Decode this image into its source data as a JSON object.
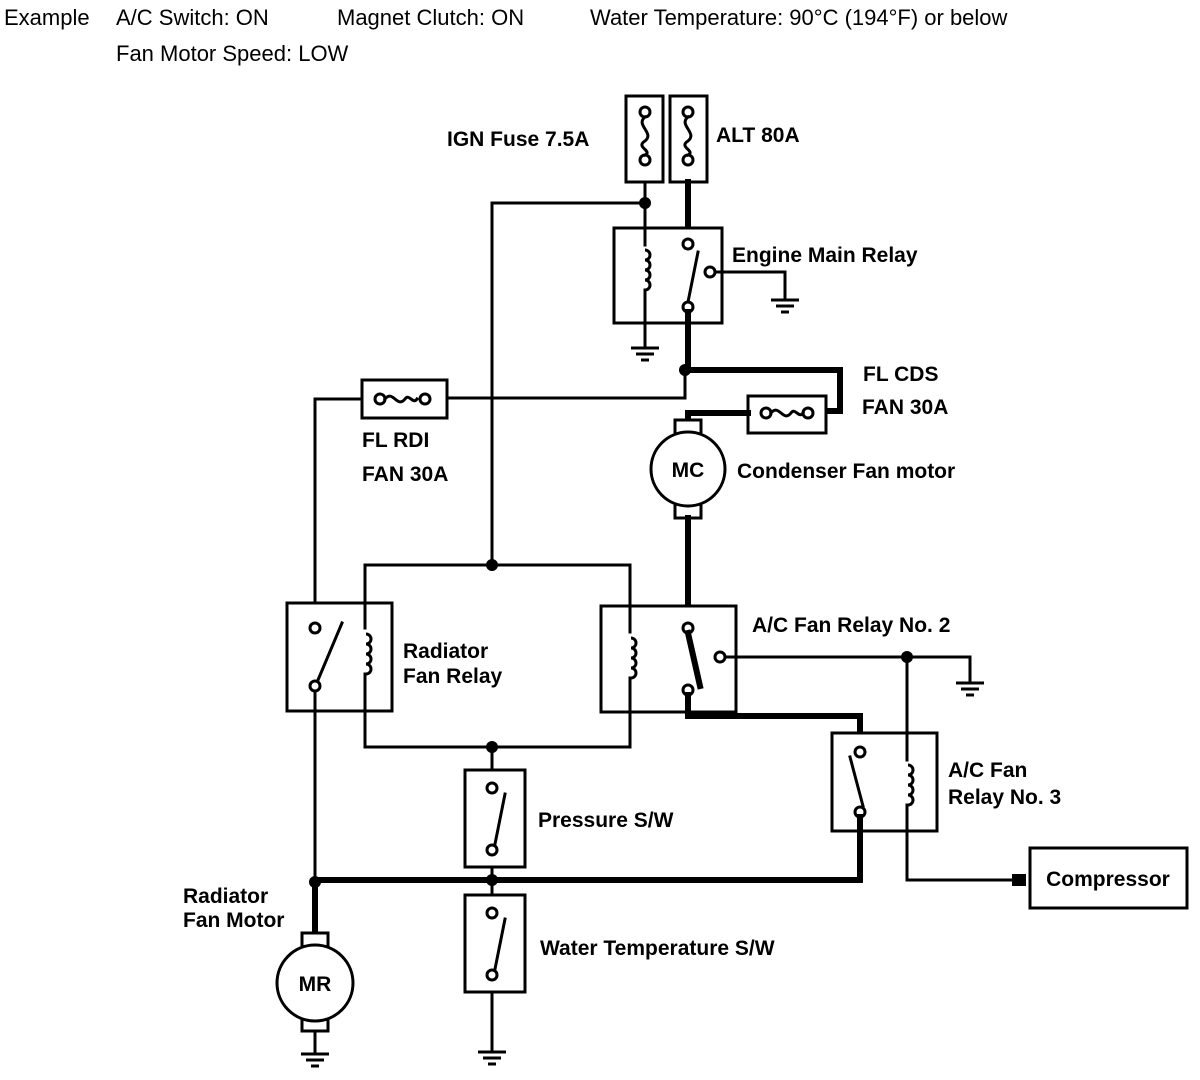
{
  "header": {
    "example_label": "Example",
    "ac_switch": "A/C Switch: ON",
    "magnet_clutch": "Magnet Clutch: ON",
    "water_temperature": "Water Temperature: 90°C (194°F) or below",
    "fan_motor_speed": "Fan Motor Speed: LOW"
  },
  "components": {
    "ign_fuse": "IGN Fuse 7.5A",
    "alt_fuse": "ALT 80A",
    "engine_main_relay": "Engine Main Relay",
    "fl_cds_line1": "FL CDS",
    "fl_cds_line2": "FAN 30A",
    "fl_rdi_line1": "FL RDI",
    "fl_rdi_line2": "FAN 30A",
    "condenser_motor_symbol": "MC",
    "condenser_motor": "Condenser Fan motor",
    "radiator_relay_line1": "Radiator",
    "radiator_relay_line2": "Fan Relay",
    "ac_fan_relay_2": "A/C Fan Relay No. 2",
    "ac_fan_relay_3_line1": "A/C Fan",
    "ac_fan_relay_3_line2": "Relay No. 3",
    "pressure_switch": "Pressure S/W",
    "compressor": "Compressor",
    "radiator_motor_line1": "Radiator",
    "radiator_motor_line2": "Fan Motor",
    "radiator_motor_symbol": "MR",
    "water_temp_switch": "Water Temperature S/W"
  }
}
